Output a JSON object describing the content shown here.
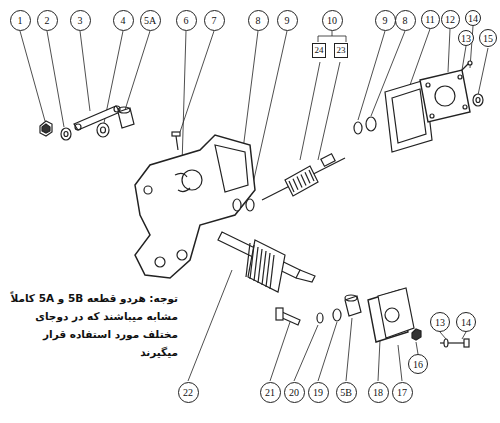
{
  "diagram": {
    "nodes": [
      {
        "text": [
          "1"
        ]
      },
      {
        "text": [
          "2"
        ]
      },
      {
        "text": [
          "3"
        ]
      },
      {
        "text": [
          "4"
        ]
      },
      {
        "text": [
          "5A"
        ]
      },
      {
        "text": [
          "6"
        ]
      },
      {
        "text": [
          "7"
        ]
      },
      {
        "text": [
          "8"
        ]
      },
      {
        "text": [
          "9"
        ]
      },
      {
        "text": [
          "10"
        ]
      },
      {
        "text": [
          "9"
        ]
      },
      {
        "text": [
          "8"
        ]
      },
      {
        "text": [
          "11"
        ]
      },
      {
        "text": [
          "12"
        ]
      },
      {
        "text": [
          "13"
        ]
      },
      {
        "text": [
          "14"
        ]
      },
      {
        "text": [
          "15"
        ]
      },
      {
        "text": [
          "22"
        ]
      },
      {
        "text": [
          "21"
        ]
      },
      {
        "text": [
          "20"
        ]
      },
      {
        "text": [
          "19"
        ]
      },
      {
        "text": [
          "5B"
        ]
      },
      {
        "text": [
          "18"
        ]
      },
      {
        "text": [
          "17"
        ]
      },
      {
        "text": [
          "16"
        ]
      },
      {
        "text": [
          "13"
        ]
      },
      {
        "text": [
          "14"
        ]
      }
    ],
    "labels": [
      "24",
      "23",
      "توجه: هردو قطعه 5B و 5A کاملاً مشابه میباشند که در دوجای مختلف مورد استفاده قرار میگیرند"
    ]
  }
}
